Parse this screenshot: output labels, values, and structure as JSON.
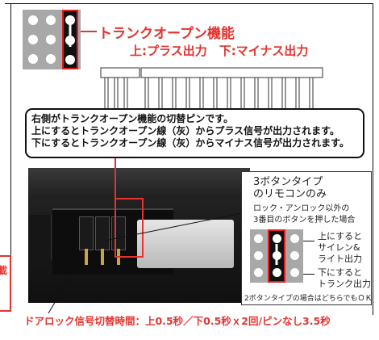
{
  "jumper_title": {
    "line1": "トランクオープン機能",
    "line2": "上:プラス出力　下:マイナス出力"
  },
  "callout": {
    "line1": "右側がトランクオープン機能の切替ピンです。",
    "line2": "上にするとトランクオープン線（灰）からプラス信号が出力されます。",
    "line3": "下にするとトランクオープン線（灰）からマイナス信号が出力されます。"
  },
  "info_box": {
    "title1": "3ボタンタイプ",
    "title2": "のリモコンのみ",
    "desc1": "ロック・アンロック以外の",
    "desc2": "3番目のボタンを押した場合",
    "up1": "上にすると",
    "up2": "サイレン&",
    "up3": "ライト出力",
    "down1": "下にすると",
    "down2": "トランク出力",
    "note": "2ボタンタイプの場合はどちらでもＯＫ"
  },
  "footer": "ドアロック信号切替時間：上0.5秒／下0.5秒ｘ2回/ピンなし3.5秒",
  "side_tag": "載",
  "colors": {
    "accent_red": "#e3342f",
    "pin_gray": "#a8a8a8",
    "jumper_black": "#111111"
  },
  "icons": [
    "jumper-block-icon",
    "header-pin-icon"
  ]
}
